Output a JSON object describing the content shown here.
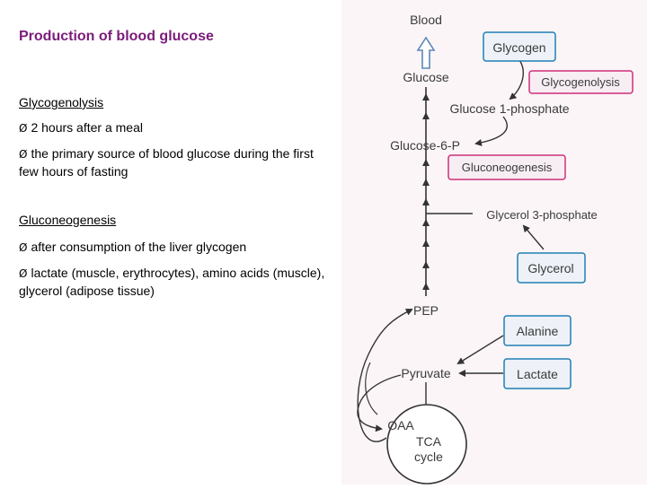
{
  "slide": {
    "title": "Production of blood glucose",
    "bullet_marker": "Ø",
    "sections": [
      {
        "heading": "Glycogenolysis",
        "bullets": [
          "2 hours after a meal",
          "the primary source of blood glucose during the first few hours of fasting"
        ]
      },
      {
        "heading": "Gluconeogenesis",
        "bullets": [
          "after consumption of the liver glycogen",
          "lactate (muscle, erythrocytes), amino acids (muscle), glycerol (adipose tissue)"
        ]
      }
    ]
  },
  "diagram": {
    "labels": {
      "blood": "Blood",
      "glucose": "Glucose",
      "glucose_1_phosphate": "Glucose 1-phosphate",
      "glucose_6_p": "Glucose-6-P",
      "glycerol_3_phosphate": "Glycerol 3-phosphate",
      "pep": "PEP",
      "pyruvate": "Pyruvate",
      "oaa": "OAA",
      "tca_line1": "TCA",
      "tca_line2": "cycle"
    },
    "boxes": {
      "glycogen": "Glycogen",
      "glycogenolysis": "Glycogenolysis",
      "gluconeogenesis": "Gluconeogenesis",
      "glycerol": "Glycerol",
      "alanine": "Alanine",
      "lactate": "Lactate"
    },
    "colors": {
      "box_blue": "#1f7fb4",
      "box_pink": "#cf2e7a",
      "box_fill": "#eef2f8",
      "pink_fill": "#f7eef4",
      "arrow": "#333333",
      "blood_arrow": "#5e87b8",
      "background": "#fbf5f7"
    }
  }
}
